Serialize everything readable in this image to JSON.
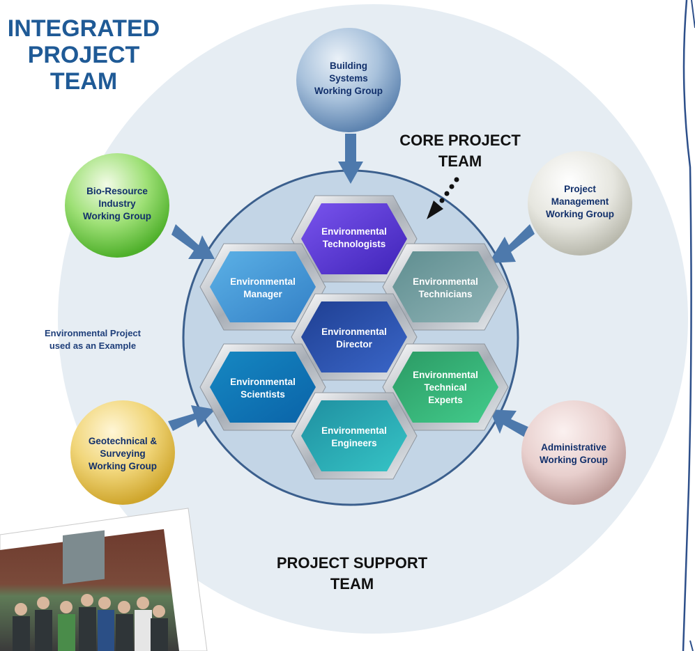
{
  "title": {
    "line1": "INTEGRATED",
    "line2": "PROJECT",
    "line3": "TEAM"
  },
  "core_label": {
    "line1": "CORE PROJECT",
    "line2": "TEAM"
  },
  "support_label": {
    "line1": "PROJECT SUPPORT",
    "line2": "TEAM"
  },
  "example_note": {
    "line1": "Environmental Project",
    "line2": "used as an Example"
  },
  "groups": {
    "building": {
      "line1": "Building",
      "line2": "Systems",
      "line3": "Working Group"
    },
    "bio": {
      "line1": "Bio-Resource",
      "line2": "Industry",
      "line3": "Working Group"
    },
    "project_mgmt": {
      "line1": "Project",
      "line2": "Management",
      "line3": "Working Group"
    },
    "geotech": {
      "line1": "Geotechnical &",
      "line2": "Surveying",
      "line3": "Working Group"
    },
    "admin": {
      "line1": "Administrative",
      "line2": "Working Group"
    }
  },
  "roles": {
    "technologists": {
      "line1": "Environmental",
      "line2": "Technologists"
    },
    "manager": {
      "line1": "Environmental",
      "line2": "Manager"
    },
    "technicians": {
      "line1": "Environmental",
      "line2": "Technicians"
    },
    "director": {
      "line1": "Environmental",
      "line2": "Director"
    },
    "scientists": {
      "line1": "Environmental",
      "line2": "Scientists"
    },
    "experts": {
      "line1": "Environmental",
      "line2": "Technical",
      "line3": "Experts"
    },
    "engineers": {
      "line1": "Environmental",
      "line2": "Engineers"
    }
  },
  "colors": {
    "title": "#1f5a96",
    "outer_circle": "#e6edf3",
    "core_circle": "#c3d5e6",
    "core_border": "#3b5f8d",
    "arrow": "#4d79ac"
  }
}
